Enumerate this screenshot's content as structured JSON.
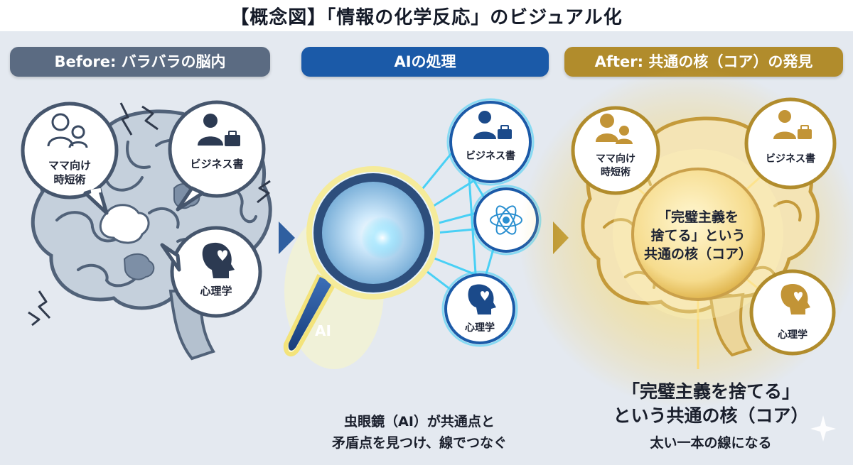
{
  "title": "【概念図】「情報の化学反応」のビジュアル化",
  "panels": {
    "before": {
      "header": "Before: バラバラの脳内",
      "bubble_mama_line1": "ママ向け",
      "bubble_mama_line2": "時短術",
      "bubble_business": "ビジネス書",
      "bubble_psychology": "心理学"
    },
    "ai": {
      "header": "AIの処理",
      "lens_label": "AI",
      "bubble_business": "ビジネス書",
      "bubble_psychology": "心理学",
      "caption_line1": "虫眼鏡（AI）が共通点と",
      "caption_line2": "矛盾点を見つけ、線でつなぐ"
    },
    "after": {
      "header": "After: 共通の核（コア）の発見",
      "bubble_mama_line1": "ママ向け",
      "bubble_mama_line2": "時短術",
      "bubble_business": "ビジネス書",
      "bubble_psychology": "心理学",
      "core_line1": "「完璧主義を",
      "core_line2": "捨てる」という",
      "core_line3": "共通の核（コア）",
      "caption_line1": "「完璧主義を捨てる」",
      "caption_line2": "という共通の核（コア）",
      "caption_line3": "太い一本の線になる"
    }
  },
  "icons": [
    "mother-child-icon",
    "businessman-icon",
    "briefcase-icon",
    "head-heart-icon",
    "atom-icon",
    "magnifier-icon",
    "brain-icon",
    "lightning-icon",
    "arrow-right-icon",
    "sparkle-icon"
  ],
  "colors": {
    "background": "#e4e9f0",
    "before_accent": "#5b6b82",
    "ai_accent": "#1b5aa8",
    "after_accent": "#b18c2c",
    "glow_cyan": "#49d0f5",
    "glow_gold": "#f3c84a"
  }
}
